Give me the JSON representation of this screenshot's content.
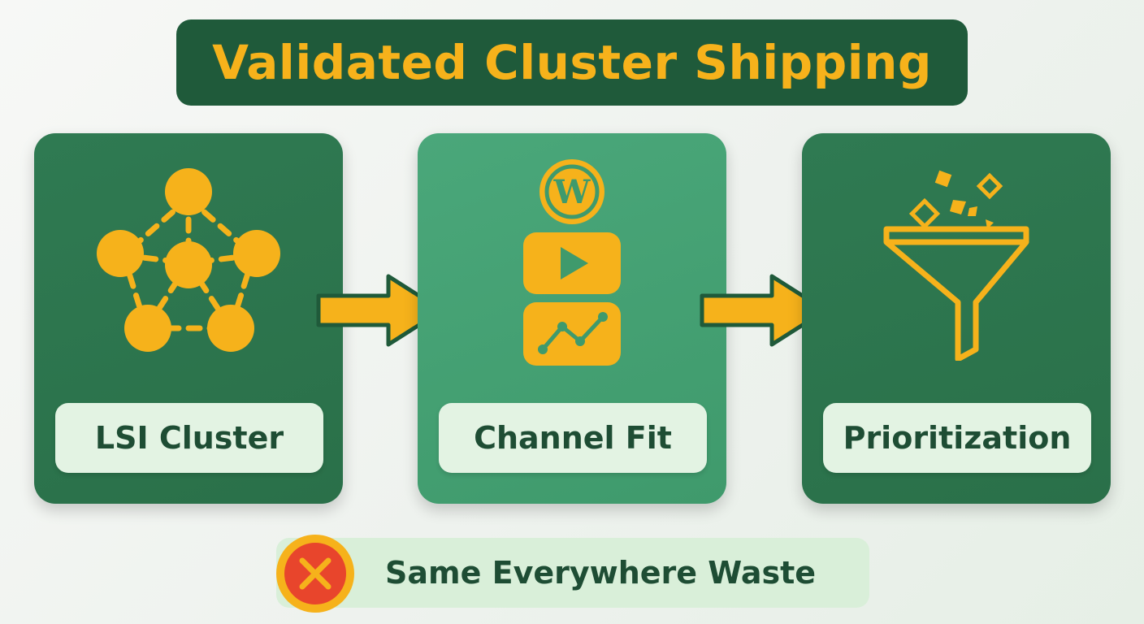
{
  "title": "Validated Cluster Shipping",
  "steps": [
    {
      "label": "LSI Cluster",
      "icon": "network-nodes-icon"
    },
    {
      "label": "Channel Fit",
      "icon": "channel-stack-icon"
    },
    {
      "label": "Prioritization",
      "icon": "funnel-icon"
    }
  ],
  "warning": {
    "label": "Same Everywhere Waste",
    "icon": "x-circle-icon"
  },
  "colors": {
    "title_bg": "#1f5a3a",
    "accent": "#f6b21b",
    "card_dark": "#2f7a52",
    "card_light": "#4aa77a",
    "label_bg": "#e3f3e3",
    "label_text": "#1e4d34",
    "danger": "#e8452c"
  }
}
